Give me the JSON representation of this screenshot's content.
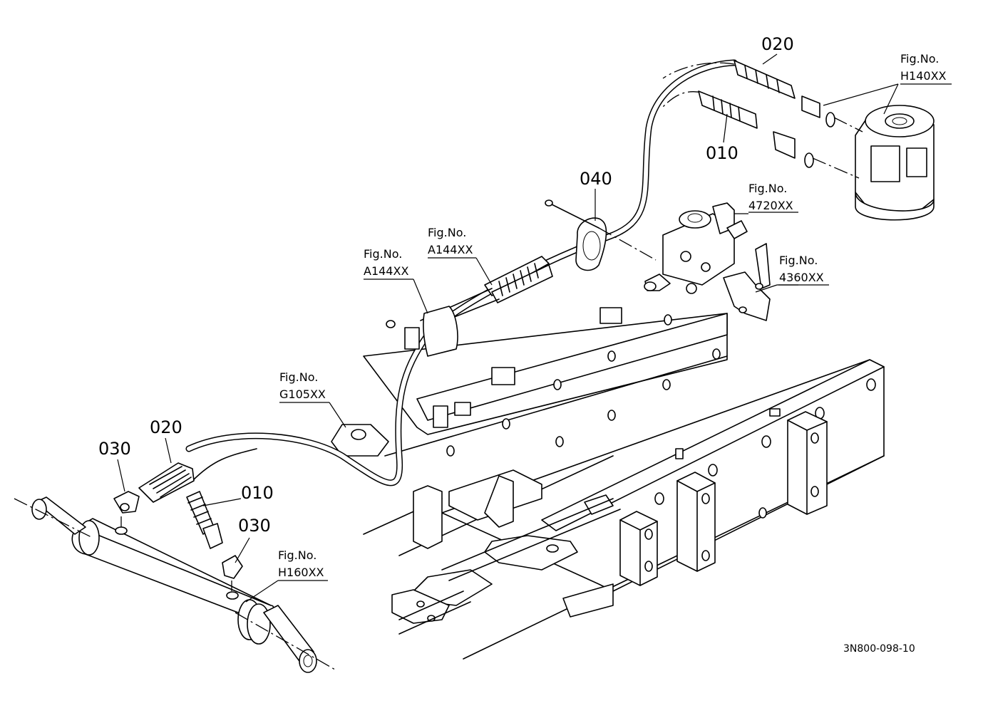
{
  "drawing_number": "3N800-098-10",
  "part_callouts": {
    "p020_top": "020",
    "p010_top": "010",
    "p040": "040",
    "p020_bottom": "020",
    "p010_bottom": "010",
    "p030_left": "030",
    "p030_right": "030"
  },
  "figure_refs": {
    "h140": {
      "label": "Fig.No.",
      "code": "H140XX"
    },
    "r4720": {
      "label": "Fig.No.",
      "code": "4720XX"
    },
    "r4360": {
      "label": "Fig.No.",
      "code": "4360XX"
    },
    "a144_upper": {
      "label": "Fig.No.",
      "code": "A144XX"
    },
    "a144_lower": {
      "label": "Fig.No.",
      "code": "A144XX"
    },
    "g105": {
      "label": "Fig.No.",
      "code": "G105XX"
    },
    "h160": {
      "label": "Fig.No.",
      "code": "H160XX"
    }
  }
}
